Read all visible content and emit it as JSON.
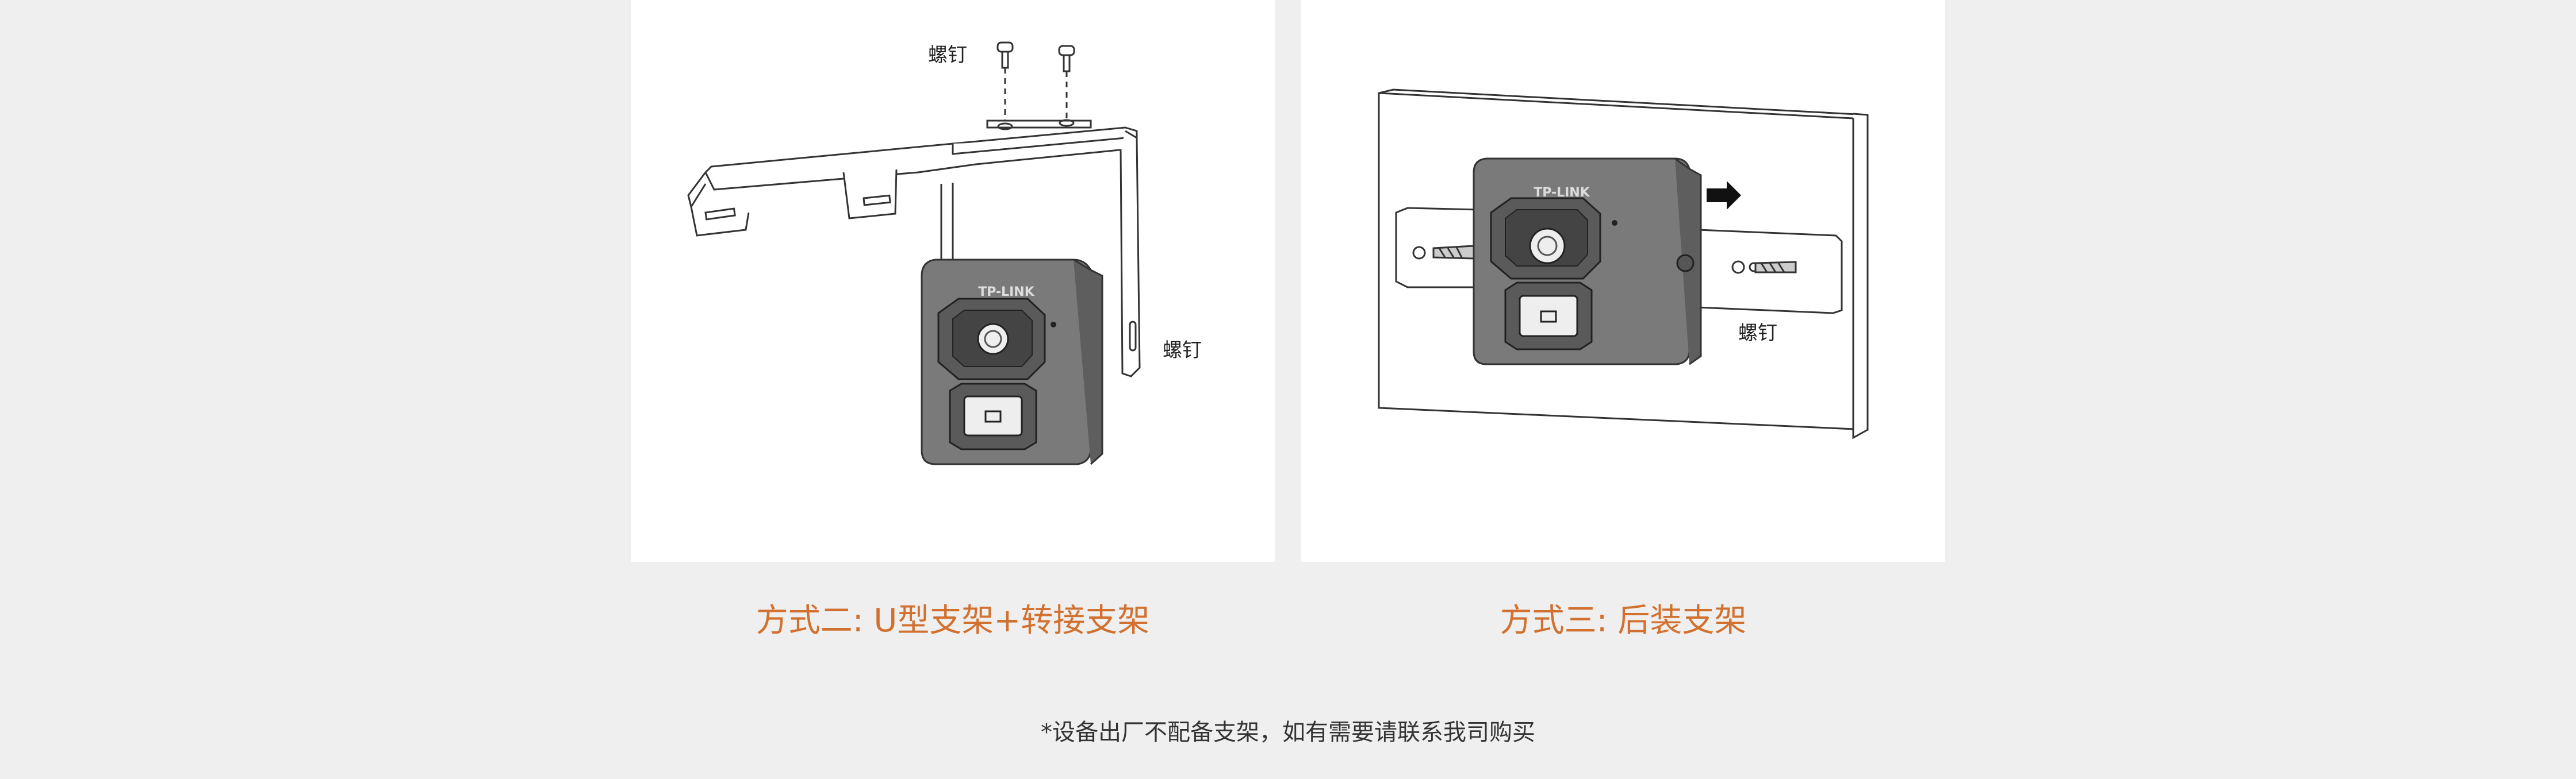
{
  "panels": [
    {
      "callout_top": "螺钉",
      "callout_side": "螺钉",
      "camera_brand": "TP-LINK",
      "caption": "方式二: U型支架+转接支架"
    },
    {
      "callout": "螺钉",
      "camera_brand": "TP-LINK",
      "caption": "方式三: 后装支架"
    }
  ],
  "footnote": "*设备出厂不配备支架，如有需要请联系我司购买",
  "colors": {
    "caption": "#d2712f",
    "background": "#efefef",
    "camera_body": "#7a7a7a"
  }
}
